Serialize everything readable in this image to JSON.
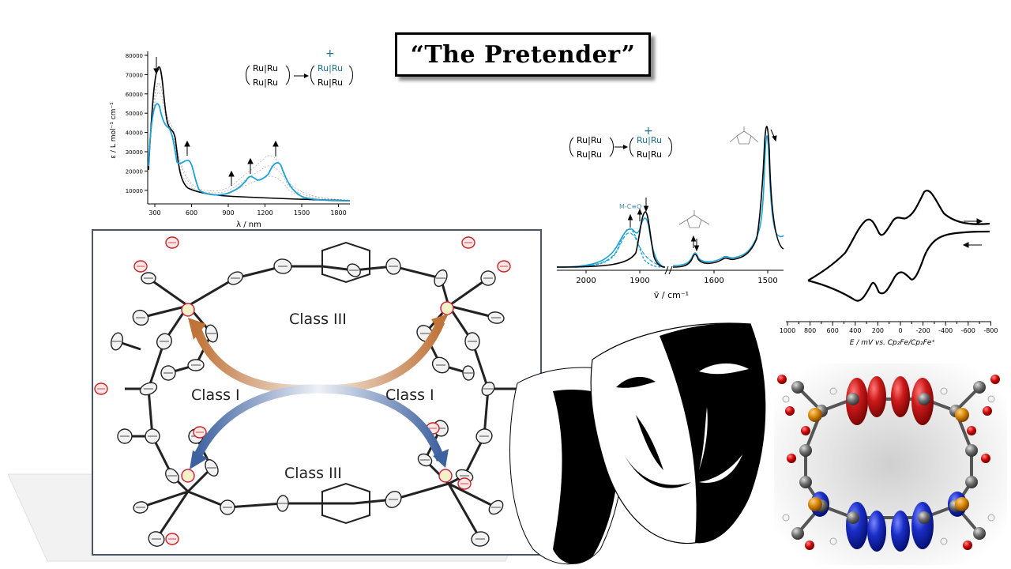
{
  "title": "“The Pretender”",
  "uvvis": {
    "ylabel": "ε / L mol⁻¹ cm⁻¹",
    "xlabel": "λ / nm",
    "y_ticks": [
      "80000",
      "70000",
      "60000",
      "50000",
      "40000",
      "30000",
      "20000",
      "10000"
    ],
    "x_ticks": [
      "300",
      "600",
      "900",
      "1200",
      "1500",
      "1800"
    ]
  },
  "scheme": {
    "unit": "Ru|Ru",
    "oxidized": "Ru|Ru",
    "charge": "+"
  },
  "ir": {
    "xlabel": "ṽ / cm⁻¹",
    "x_ticks": [
      "2000",
      "1900",
      "1600",
      "1500"
    ],
    "peak_label": "M-C≡O"
  },
  "cv": {
    "xlabel": "E / mV vs. Cp₂Fe/Cp₂Fe⁺",
    "x_ticks": [
      "1000",
      "800",
      "600",
      "400",
      "200",
      "0",
      "-200",
      "-400",
      "-600",
      "-800"
    ]
  },
  "crystal": {
    "class_top": "Class III",
    "class_left": "Class I",
    "class_right": "Class I",
    "class_bottom": "Class III"
  },
  "colors": {
    "accent": "#1ca3d6",
    "orange": "#c0743a",
    "blue": "#4a6fa8",
    "orbital_red": "#cc1a1a",
    "orbital_blue": "#1a2ec8"
  }
}
